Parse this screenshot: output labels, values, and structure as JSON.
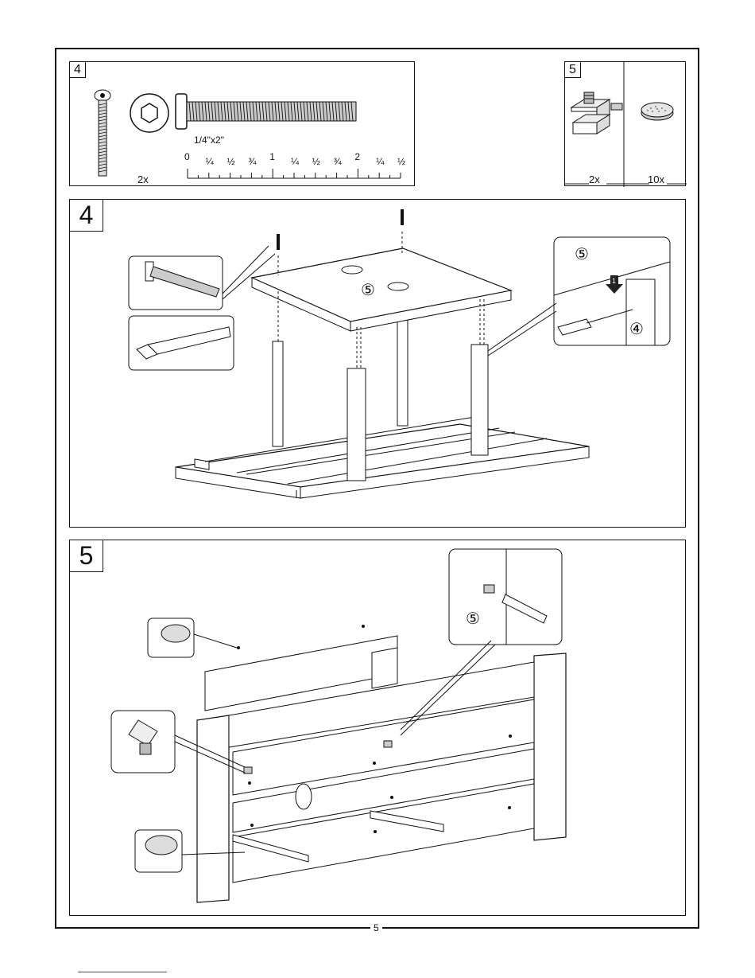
{
  "parts": {
    "part4": {
      "number": "4",
      "size_label": "1/4\"x2\"",
      "quantity": "2x",
      "ruler_labels": [
        "0",
        "¼",
        "½",
        "¾",
        "1",
        "¼",
        "½",
        "¾",
        "2",
        "¼",
        "½"
      ]
    },
    "part5": {
      "number": "5",
      "clip_quantity": "2x",
      "pad_quantity": "10x"
    }
  },
  "steps": {
    "step4": {
      "number": "4",
      "callout_top_label": "⑤",
      "callout_side_label": "④",
      "panel_label": "⑤",
      "arrow_number": "1"
    },
    "step5": {
      "number": "5",
      "callout_label": "⑤"
    }
  },
  "page": {
    "number": "5"
  }
}
